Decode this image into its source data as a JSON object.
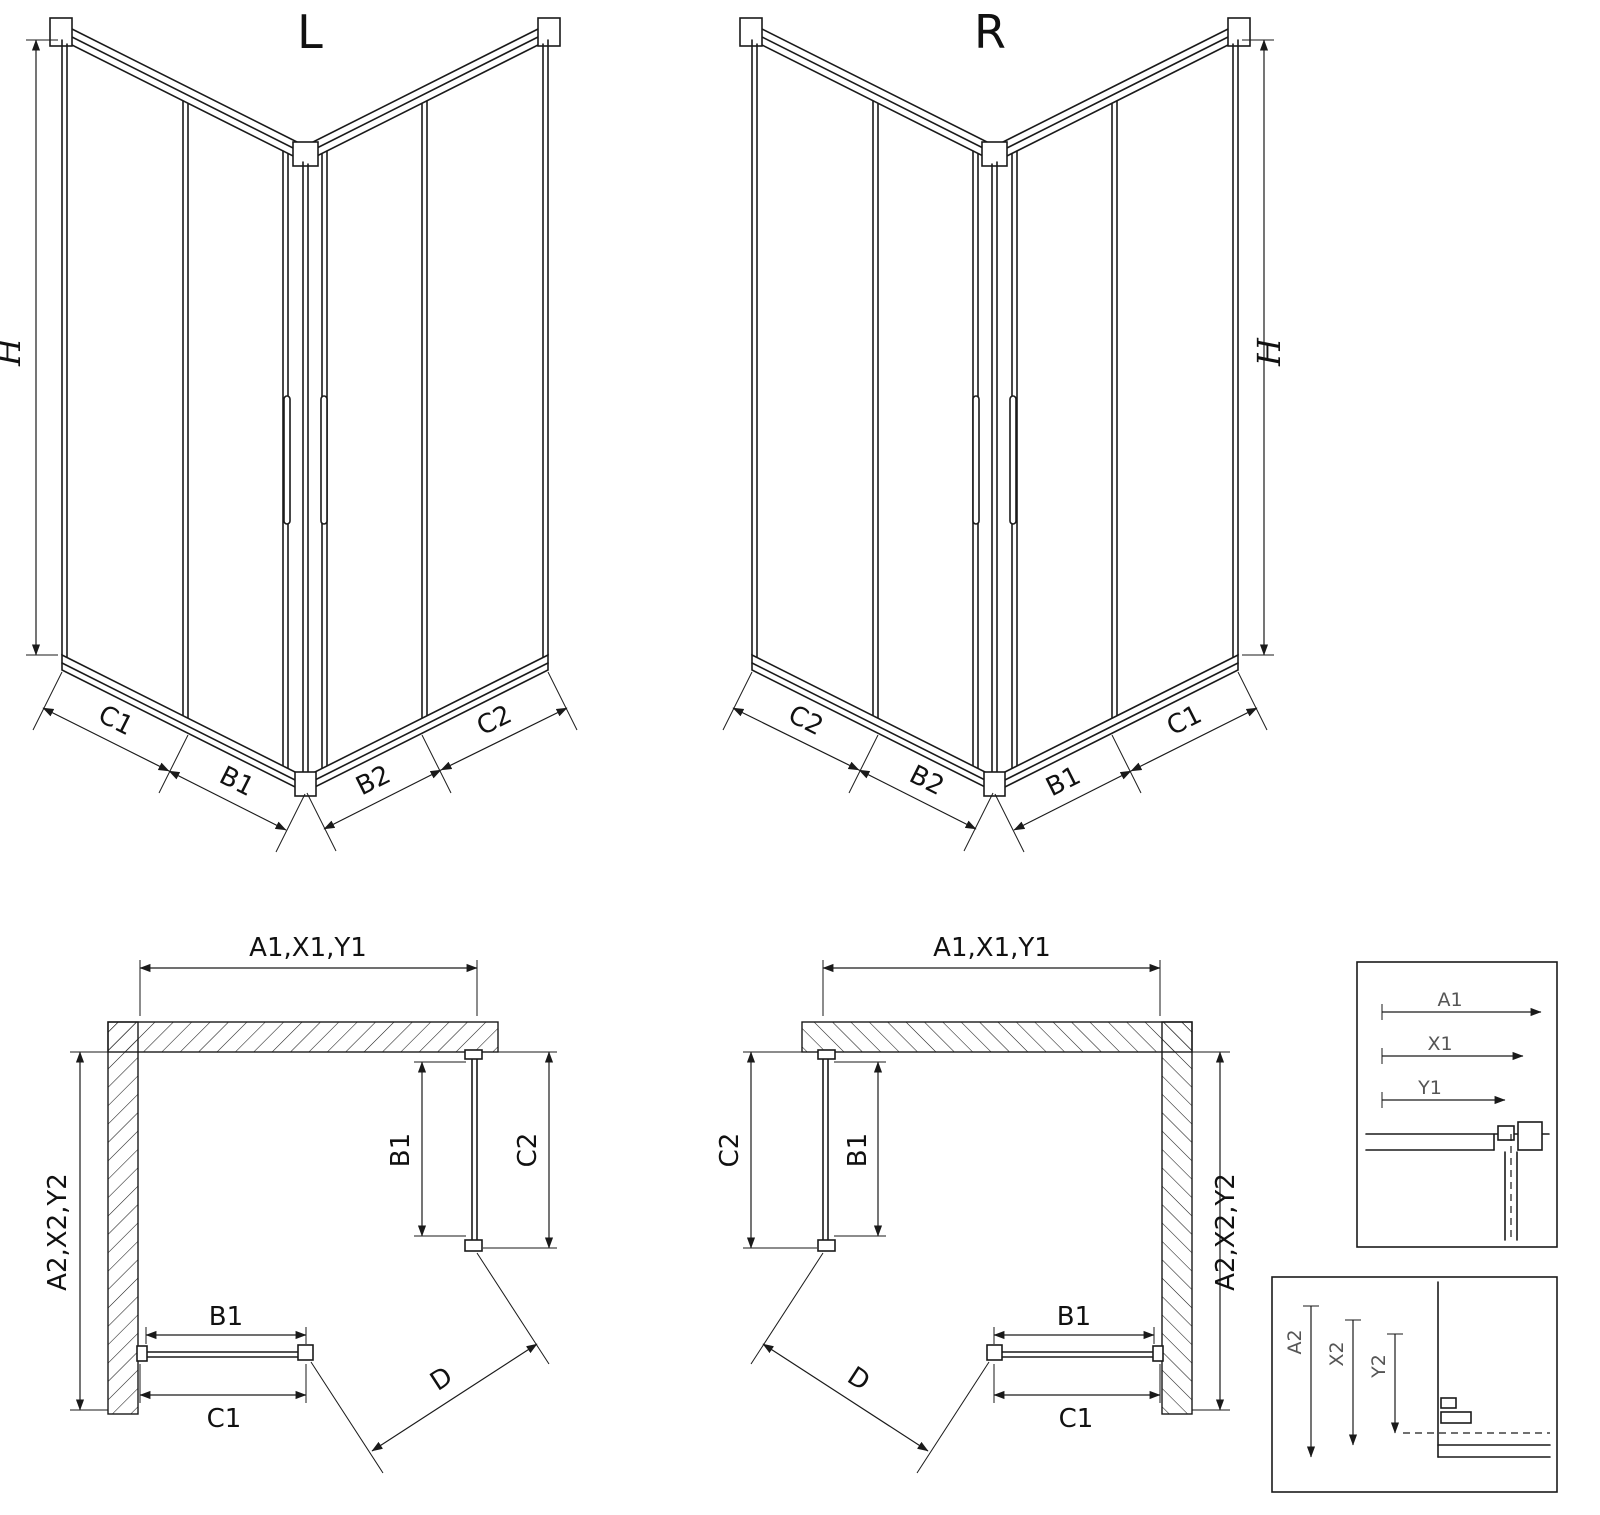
{
  "colors": {
    "line": "#1a1a1a",
    "text": "#111111",
    "detail_text": "#555555",
    "background": "#ffffff"
  },
  "iso_left": {
    "title": "L",
    "height": "H",
    "c1": "C1",
    "b1": "B1",
    "b2": "B2",
    "c2": "C2"
  },
  "iso_right": {
    "title": "R",
    "height": "H",
    "c2": "C2",
    "b2": "B2",
    "b1": "B1",
    "c1": "C1"
  },
  "plan_left": {
    "width": "A1,X1,Y1",
    "depth": "A2,X2,Y2",
    "side_b1": "B1",
    "side_c2": "C2",
    "front_b1": "B1",
    "front_c1": "C1",
    "diagonal": "D"
  },
  "plan_right": {
    "width": "A1,X1,Y1",
    "depth": "A2,X2,Y2",
    "side_c2": "C2",
    "side_b1": "B1",
    "front_b1": "B1",
    "front_c1": "C1",
    "diagonal": "D"
  },
  "detail_width": {
    "a1": "A1",
    "x1": "X1",
    "y1": "Y1"
  },
  "detail_depth": {
    "a2": "A2",
    "x2": "X2",
    "y2": "Y2"
  }
}
